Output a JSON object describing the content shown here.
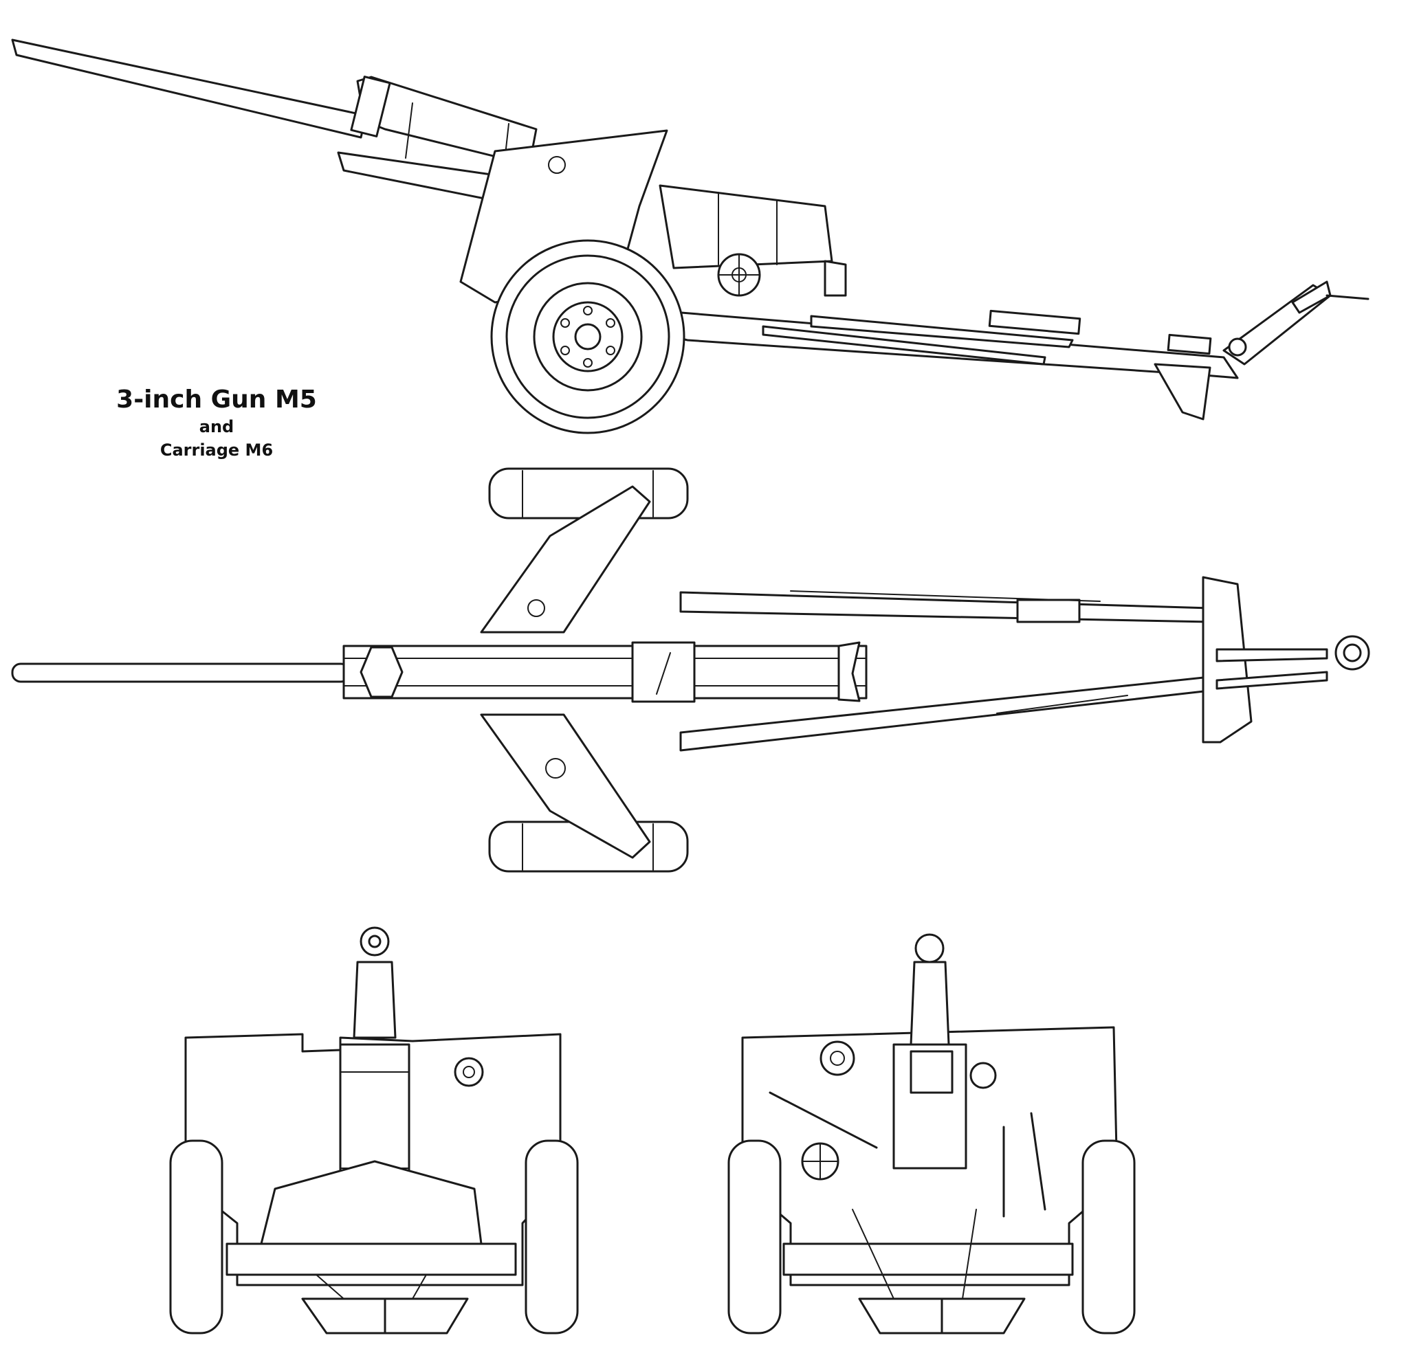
{
  "caption": {
    "line1": "3-inch Gun M5",
    "line2": "and",
    "line3": "Carriage M6"
  },
  "colors": {
    "ink": "#1a1a1a",
    "paper": "#ffffff"
  }
}
